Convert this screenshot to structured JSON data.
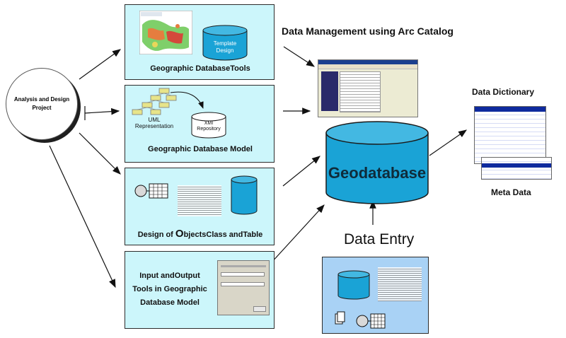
{
  "project_circle": {
    "line1": "Analysis and Design",
    "line2": "Project"
  },
  "panels": {
    "tools": {
      "caption": "Geographic DatabaseTools",
      "cylinder_line1": "Template",
      "cylinder_line2": "Design"
    },
    "model": {
      "caption": "Geographic Database Model",
      "uml_line1": "UML",
      "uml_line2": "Representation",
      "xmi_line1": "XMI",
      "xmi_line2": "Repository"
    },
    "objects": {
      "caption_part1": "Design of ",
      "caption_big": "O",
      "caption_part2": "bjectsClass andTable"
    },
    "io": {
      "line1": "Input andOutput",
      "line2": "Tools in Geographic",
      "line3": "Database Model"
    }
  },
  "labels": {
    "arc_catalog": "Data Management using Arc Catalog",
    "geodatabase": "Geodatabase",
    "data_entry": "Data Entry",
    "data_dictionary": "Data Dictionary",
    "meta_data": "Meta Data"
  },
  "colors": {
    "panel_fill": "#ccf6fb",
    "cylinder_fill": "#1aa3d6",
    "entry_panel_fill": "#a9d2f5"
  }
}
